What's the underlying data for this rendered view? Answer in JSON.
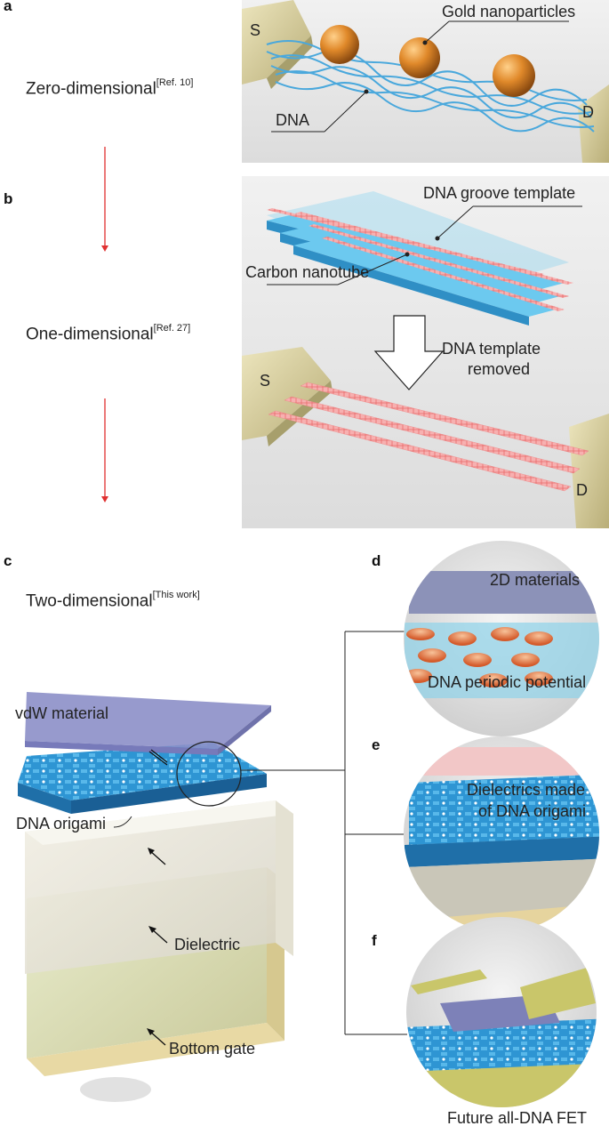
{
  "panels": {
    "a": {
      "letter": "a",
      "dimension": "Zero-dimensional",
      "ref": "[Ref. 10]",
      "labels": {
        "gold": "Gold nanoparticles",
        "dna": "DNA",
        "s": "S",
        "d": "D"
      }
    },
    "b": {
      "letter": "b",
      "dimension": "One-dimensional",
      "ref": "[Ref. 27]",
      "labels": {
        "groove": "DNA groove template",
        "cnt": "Carbon nanotube",
        "removed_1": "DNA template",
        "removed_2": "removed",
        "s": "S",
        "d": "D"
      }
    },
    "c": {
      "letter": "c",
      "dimension": "Two-dimensional",
      "ref": "[This work]",
      "labels": {
        "vdw": "vdW material",
        "origami": "DNA origami",
        "dielectric": "Dielectric",
        "gate": "Bottom gate"
      }
    },
    "d": {
      "letter": "d",
      "labels": {
        "mat2d": "2D materials",
        "potential": "DNA periodic potential"
      }
    },
    "e": {
      "letter": "e",
      "labels": {
        "line1": "Dielectrics made",
        "line2": "of DNA origami"
      }
    },
    "f": {
      "letter": "f",
      "labels": {
        "caption": "Future all-DNA FET"
      }
    }
  },
  "colors": {
    "arrow": "#e03030",
    "dna_blue": "#3aa0d8",
    "gold": "#d9882a",
    "electrode": "#d8cf9e",
    "cnt_pink": "#f08a8a",
    "vdw": "#8c8fc8",
    "panel_bg": "#e9e9e9"
  }
}
